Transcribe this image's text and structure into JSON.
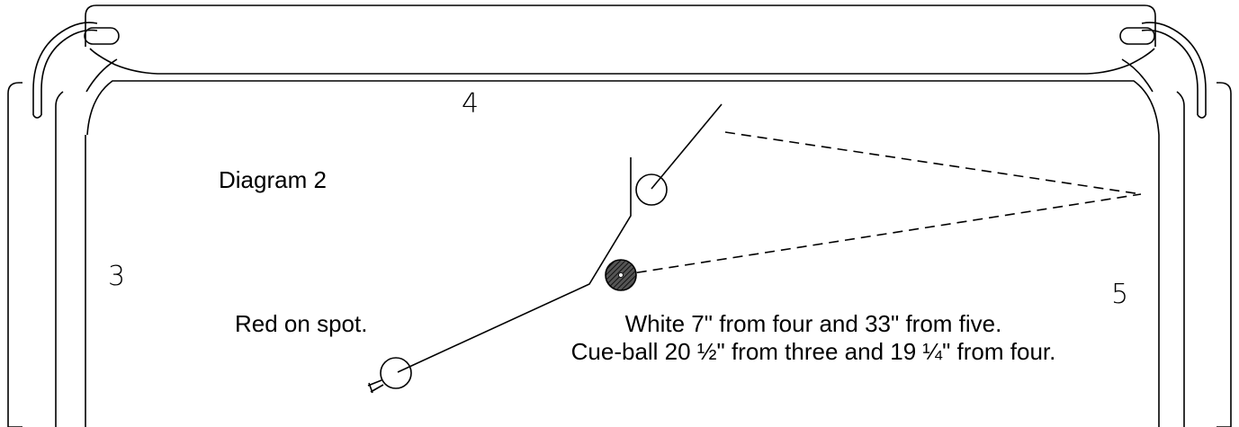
{
  "diagram": {
    "title": "Diagram 2",
    "rails": {
      "top": "4",
      "left": "3",
      "right": "5"
    },
    "notes": {
      "red": "Red on spot.",
      "white": "White 7\" from four and 33\" from five.",
      "cue": "Cue-ball 20 ½\" from three and 19 ¼\" from four."
    },
    "colors": {
      "line": "#000000",
      "ball_hatch": "#333333",
      "background": "#ffffff"
    }
  }
}
